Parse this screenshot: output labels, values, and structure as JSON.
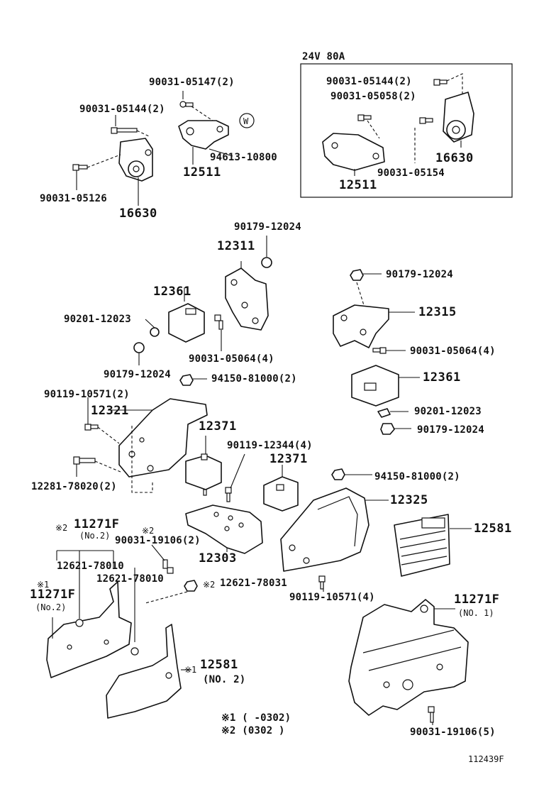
{
  "box": {
    "title": "24V  80A"
  },
  "labels": {
    "b1": "90031-05147(2)",
    "b2": "90031-05144(2)",
    "b3": "94613-10800",
    "b4": "12511",
    "b5": "90031-05126",
    "b6": "16630",
    "c1": "90031-05144(2)",
    "c2": "90031-05058(2)",
    "c3": "16630",
    "c4": "12511",
    "c5": "90031-05154",
    "d1": "90179-12024",
    "d2": "12311",
    "d3": "12361",
    "d4": "90201-12023",
    "d5": "90031-05064(4)",
    "d6": "90179-12024",
    "d7": "94150-81000(2)",
    "e1": "90179-12024",
    "e2": "12315",
    "e3": "90031-05064(4)",
    "e4": "12361",
    "e5": "90201-12023",
    "e6": "90179-12024",
    "f1": "90119-10571(2)",
    "f2": "12321",
    "f3": "12371",
    "f4": "90119-12344(4)",
    "f5": "12371",
    "f6": "12281-78020(2)",
    "g1": "94150-81000(2)",
    "g2": "12325",
    "g3": "12581",
    "h1": "11271F",
    "h2": "(No.2)",
    "h3": "90031-19106(2)",
    "h4": "12303",
    "h5": "12621-78010",
    "h6": "12621-78010",
    "h7": "12621-78031",
    "h8": "11271F",
    "h9": "(No.2)",
    "h10": "90119-10571(4)",
    "i1": "11271F",
    "i2": "(NO. 1)",
    "j1": "12581",
    "j2": "(NO. 2)",
    "j3": "90031-19106(5)"
  },
  "marks": {
    "m1": "※2",
    "m2": "※2",
    "m3": "※1",
    "m4": "※2",
    "m5": "※1"
  },
  "notes": {
    "n1": "※1 (        -0302)",
    "n2": "※2 (0302        )"
  },
  "circle_w": "W",
  "figure_code": "112439F"
}
